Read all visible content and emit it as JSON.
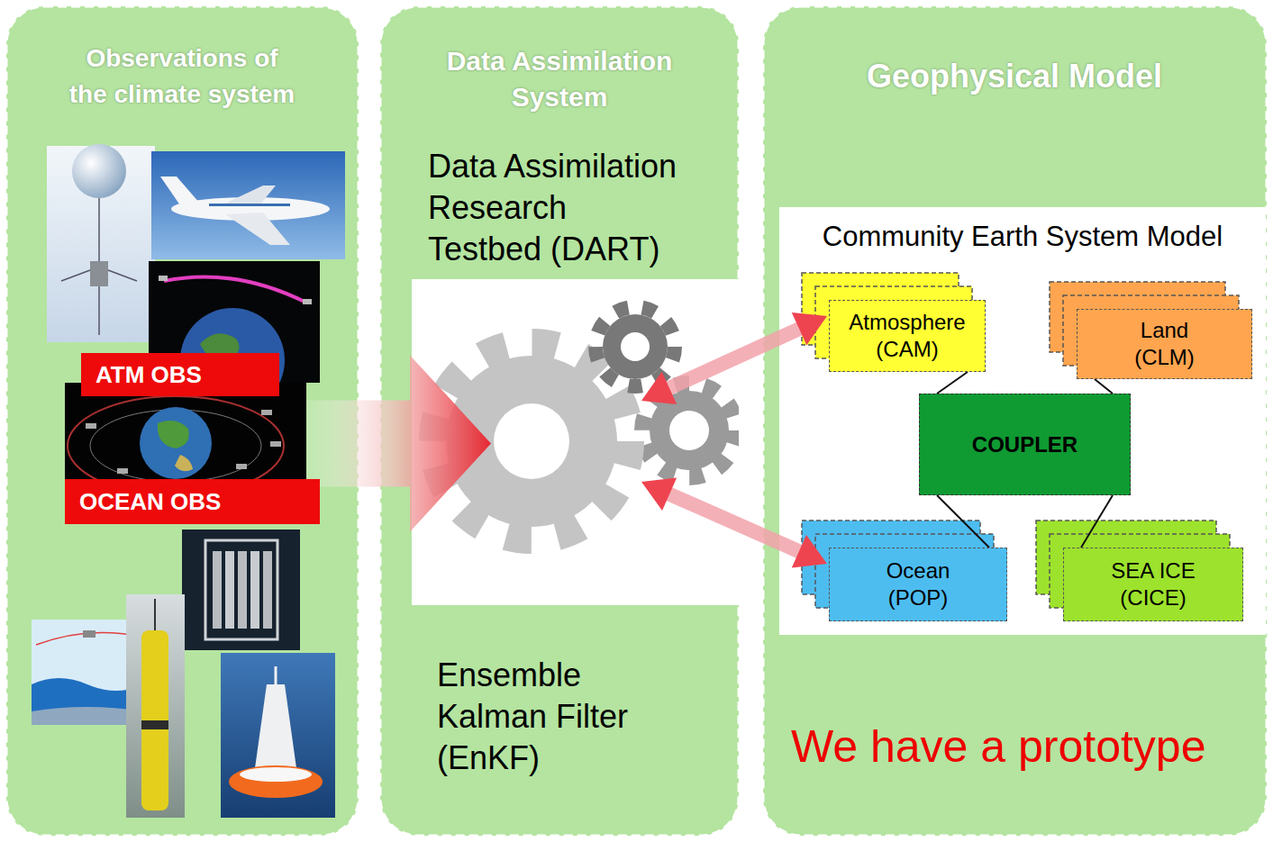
{
  "diagram": {
    "nodes": [
      {
        "text": [
          "Observations of the climate system"
        ]
      },
      {
        "text": [
          "ATM OBS"
        ],
        "in": 0
      },
      {
        "text": [
          "OCEAN OBS"
        ],
        "in": 0
      },
      {
        "text": [
          "Data Assimilation System",
          "Data Assimilation Research Testbed (DART)",
          "Ensemble Kalman Filter (EnKF)"
        ]
      },
      {
        "text": [
          "Geophysical Model",
          "We have a prototype"
        ]
      },
      {
        "text": [
          "Community Earth System Model"
        ],
        "in": 4
      },
      {
        "text": [
          "Atmosphere (CAM)"
        ],
        "in": 5
      },
      {
        "text": [
          "Land (CLM)"
        ],
        "in": 5
      },
      {
        "text": [
          "COUPLER"
        ],
        "in": 5
      },
      {
        "text": [
          "Ocean (POP)"
        ],
        "in": 5
      },
      {
        "text": [
          "SEA ICE (CICE)"
        ],
        "in": 5
      }
    ],
    "edges": [
      {
        "from": 0,
        "to": 3,
        "arrow": "to"
      },
      {
        "from": 3,
        "to": 6,
        "arrow": "both"
      },
      {
        "from": 3,
        "to": 9,
        "arrow": "both"
      },
      {
        "from": 6,
        "to": 8,
        "arrow": "none"
      },
      {
        "from": 7,
        "to": 8,
        "arrow": "none"
      },
      {
        "from": 8,
        "to": 9,
        "arrow": "none"
      },
      {
        "from": 8,
        "to": 10,
        "arrow": "none"
      }
    ]
  }
}
